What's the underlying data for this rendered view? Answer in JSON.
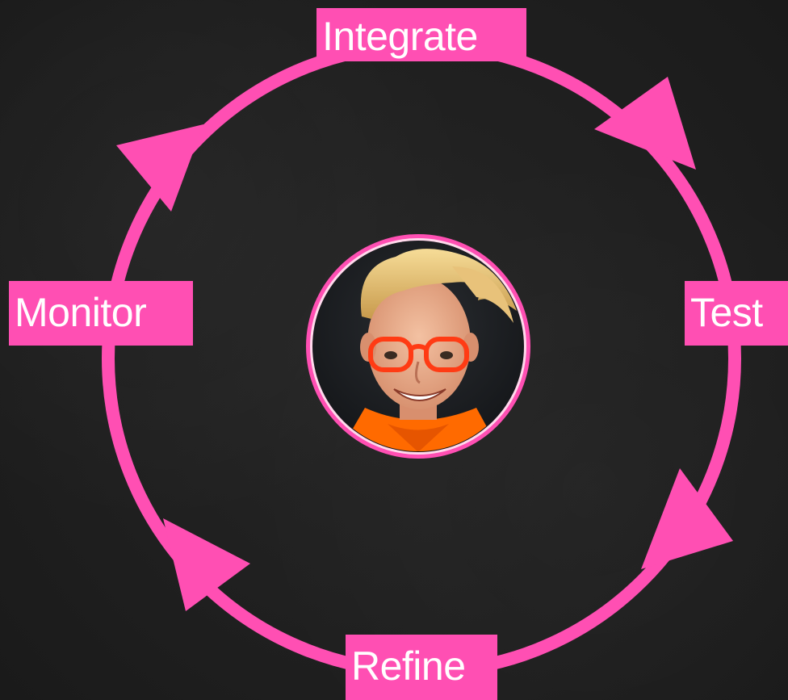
{
  "diagram": {
    "type": "cycle",
    "accent_color": "#ff4fb3",
    "background_color": "#1e1e1e",
    "steps": [
      {
        "label": "Integrate"
      },
      {
        "label": "Test"
      },
      {
        "label": "Refine"
      },
      {
        "label": "Monitor"
      }
    ],
    "center_image": {
      "icon": "person-avatar-icon",
      "description_visible": false
    }
  }
}
